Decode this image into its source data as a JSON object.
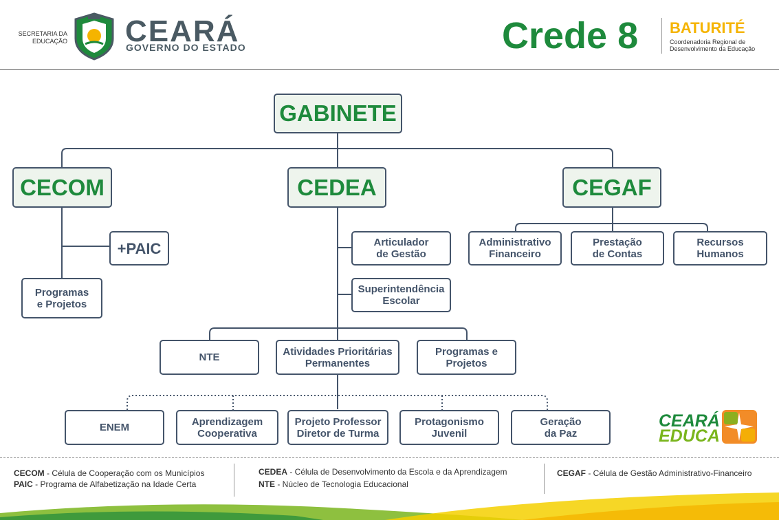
{
  "header": {
    "secretaria_line1": "SECRETARIA DA",
    "secretaria_line2": "EDUCAÇÃO",
    "state_name": "CEARÁ",
    "government": "GOVERNO DO ESTADO",
    "crede": "Crede 8",
    "region": "BATURITÉ",
    "coord_line1": "Coordenadoria Regional de",
    "coord_line2": "Desenvolvimento da Educação"
  },
  "org": {
    "gabinete": "GABINETE",
    "cecom": "CECOM",
    "cedea": "CEDEA",
    "cegaf": "CEGAF",
    "paic": "+PAIC",
    "cecom_programas": "Programas\ne Projetos",
    "articulador": "Articulador\nde Gestão",
    "superintendencia": "Superintendência\nEscolar",
    "administrativo": "Administrativo\nFinanceiro",
    "prestacao": "Prestação\nde Contas",
    "recursos": "Recursos\nHumanos",
    "nte": "NTE",
    "atividades": "Atividades Prioritárias\nPermanentes",
    "cedea_programas": "Programas e\nProjetos",
    "enem": "ENEM",
    "aprendizagem": "Aprendizagem\nCooperativa",
    "projeto_professor": "Projeto Professor\nDiretor de Turma",
    "protagonismo": "Protagonismo\nJuvenil",
    "geracao": "Geração\nda Paz"
  },
  "legend": {
    "cecom_abbr": "CECOM",
    "cecom_desc": " - Célula de Cooperação  com os Municípios",
    "paic_abbr": "PAIC",
    "paic_desc": " - Programa  de Alfabetização na Idade Certa",
    "cedea_abbr": "CEDEA",
    "cedea_desc": " - Célula de Desenvolvimento  da Escola e da Aprendizagem",
    "nte_abbr": "NTE",
    "nte_desc": " - Núcleo de Tecnologia Educacional",
    "cegaf_abbr": "CEGAF",
    "cegaf_desc": " - Célula de Gestão Administrativo-Financeiro"
  },
  "brand": {
    "ceara_educa_line1": "CEARÁ",
    "ceara_educa_line2": "EDUCA"
  },
  "colors": {
    "green": "#1e8a3c",
    "slate": "#44546a",
    "yellow": "#f5b400",
    "box_fill": "#eef4ed"
  }
}
